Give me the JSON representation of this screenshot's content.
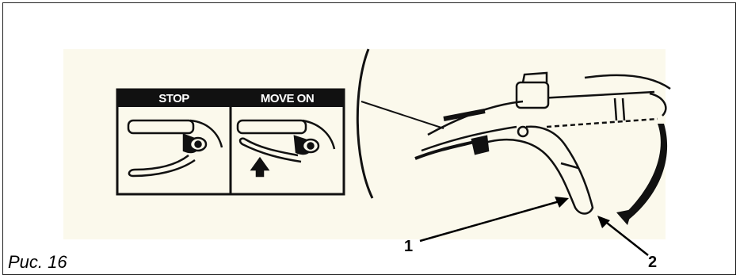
{
  "figure": {
    "caption": "Рис. 16",
    "sticker": {
      "stop_label": "STOP",
      "move_on_label": "MOVE ON"
    },
    "callouts": [
      {
        "number": "1"
      },
      {
        "number": "2"
      }
    ]
  }
}
